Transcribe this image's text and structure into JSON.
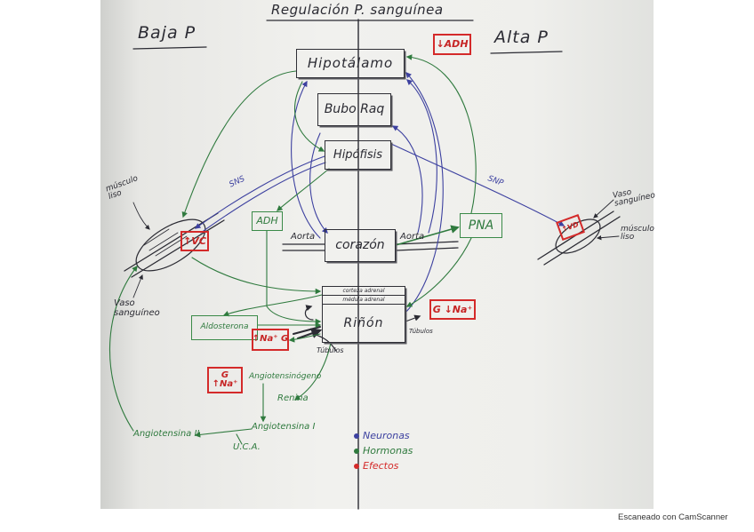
{
  "title": "Regulación P. sanguínea",
  "sides": {
    "low": "Baja P",
    "high": "Alta P"
  },
  "nodes": {
    "hipotalamo": "Hipotálamo",
    "bulbo": "Bubo Raq",
    "hipofisis": "Hipófisis",
    "corazon": "corazón",
    "corteza": "corteza adrenal",
    "medula": "médula adrenal",
    "rinon": "Riñón"
  },
  "hormones": {
    "adh": "ADH",
    "pna": "PNA",
    "aldosterona": "Aldosterona",
    "angiotensinogeno": "Angiotensinógeno",
    "renina": "Renina",
    "angiotensina_1": "Angiotensina I",
    "angiotensina_2": "Angiotensina II",
    "eca": "U.C.A."
  },
  "effects": {
    "adh_down": "↓ADH",
    "vasoconstriction": "↑VC",
    "vasodilation": "↑VD",
    "na_down": "G ↓Na⁺",
    "na_up_aldo": "↑Na⁺ G",
    "na_up": [
      "G",
      "↑Na⁺"
    ]
  },
  "labels": {
    "sns": "SNS",
    "snp": "SNP",
    "aorta_left": "Aorta",
    "aorta_right": "Aorta",
    "musculo_left": [
      "músculo",
      "liso"
    ],
    "vaso_left": [
      "Vaso",
      "sanguíneo"
    ],
    "vaso_right": [
      "Vaso",
      "sanguíneo"
    ],
    "musculo_right": [
      "músculo",
      "liso"
    ],
    "tubulos_right": "Túbulos",
    "tubulos_left": "Túbulos"
  },
  "legend": [
    {
      "label": "Neuronas",
      "color": "#3d41a0"
    },
    {
      "label": "Hormonas",
      "color": "#2f7a3e"
    },
    {
      "label": "Efectos",
      "color": "#d42a2a"
    }
  ],
  "footer": "Escaneado con CamScanner",
  "colors": {
    "ink": "#2b2b33",
    "neurons": "#3d41a0",
    "hormones": "#2f7a3e",
    "effects": "#d42a2a"
  }
}
